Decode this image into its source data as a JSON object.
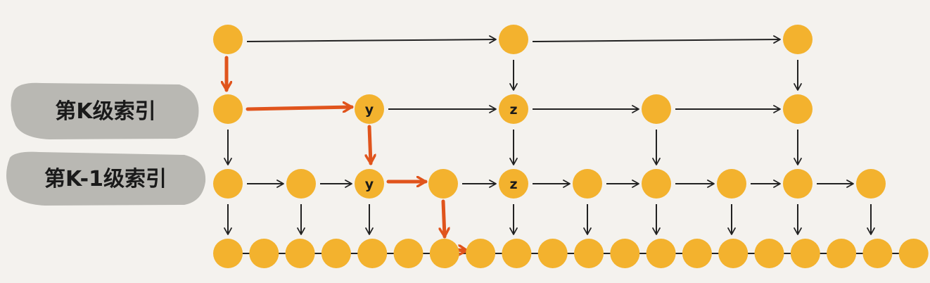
{
  "labels": {
    "level_k": "第K级索引",
    "level_k_minus_1": "第K-1级索引"
  },
  "node_letters": {
    "y": "y",
    "z": "z"
  },
  "colors": {
    "node": "#f3b22e",
    "arrow": "#222222",
    "highlight": "#e0541c",
    "label_bg": "#b9b8b3",
    "background": "#f4f2ee"
  }
}
